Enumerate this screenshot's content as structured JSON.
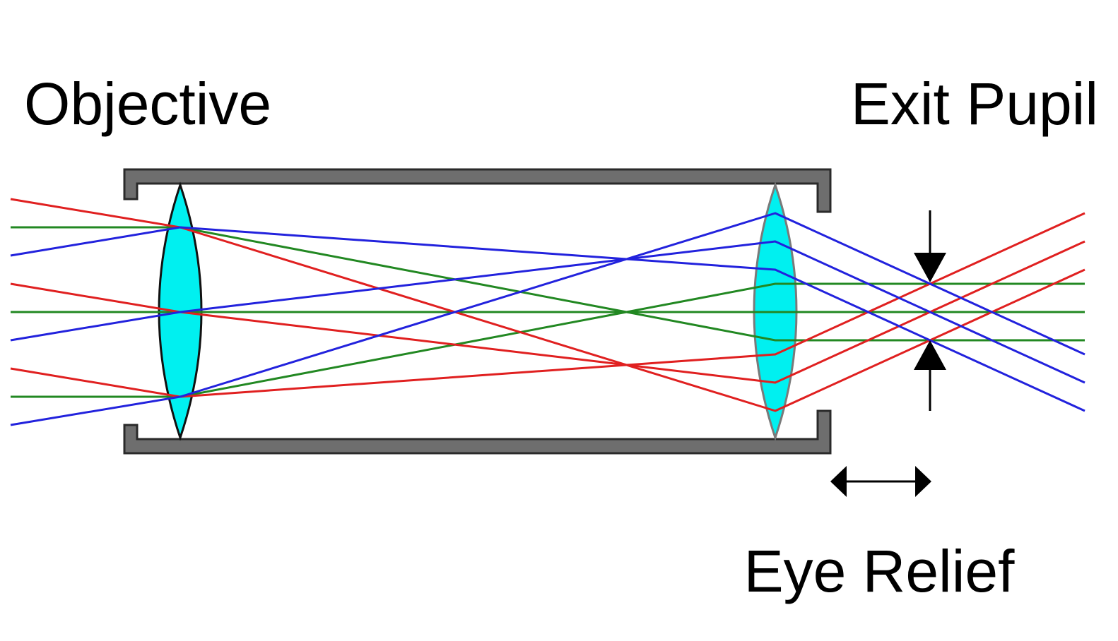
{
  "labels": {
    "objective": "Objective",
    "exit_pupil": "Exit Pupil",
    "eye_relief": "Eye Relief"
  },
  "colors": {
    "tube": "#6e6e6e",
    "tube_outline": "#2a2a2a",
    "lens_fill": "#00f0f0",
    "ray_red": "#e02020",
    "ray_green": "#228822",
    "ray_blue": "#2222dd",
    "arrow": "#000000"
  }
}
